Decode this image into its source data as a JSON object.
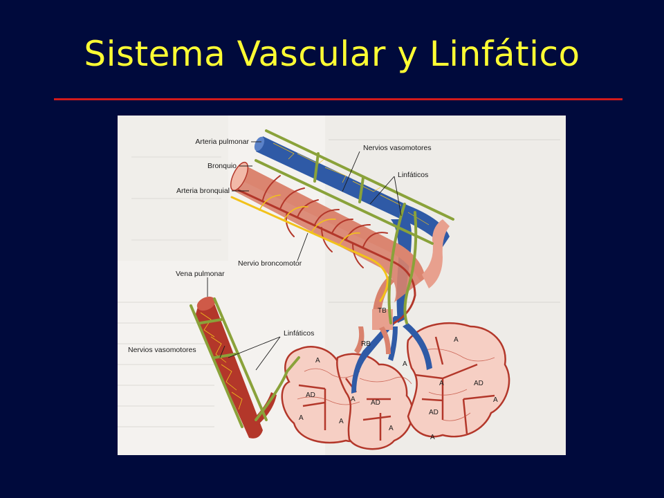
{
  "slide": {
    "title": "Sistema Vascular  y Linfático"
  },
  "colors": {
    "background": "#000a3c",
    "title": "#ffff33",
    "rule": "#d21b1b",
    "artery": "#2f5aa6",
    "bronchus": "#e8a08e",
    "vein": "#b3372a",
    "lymphatic": "#8aa23a",
    "nerve": "#f2c21a",
    "alveolus": "#f6cfc4"
  },
  "figure": {
    "labels": {
      "arteria_pulmonar": "Arteria pulmonar",
      "bronquio": "Bronquio",
      "arteria_bronquial": "Arteria bronquial",
      "nervios_vasomotores_top": "Nervios vasomotores",
      "linfaticos_top": "Linfáticos",
      "nervio_broncomotor": "Nervio broncomotor",
      "vena_pulmonar": "Vena pulmonar",
      "nervios_vasomotores_bottom": "Nervios vasomotores",
      "linfaticos_bottom": "Linfáticos",
      "tb": "TB",
      "rb": "RB",
      "ad": "AD",
      "a": "A"
    }
  }
}
